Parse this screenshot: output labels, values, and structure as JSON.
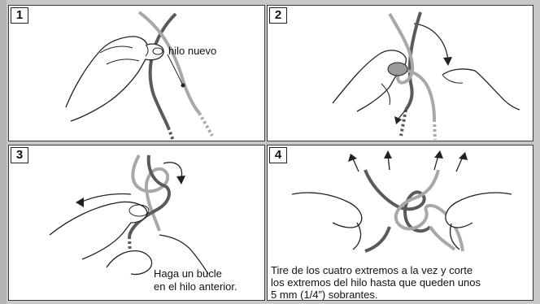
{
  "steps": [
    {
      "number": "1",
      "labels": [
        "hilo nuevo"
      ]
    },
    {
      "number": "2",
      "labels": []
    },
    {
      "number": "3",
      "labels": [
        "Haga un bucle",
        "en el hilo anterior."
      ]
    },
    {
      "number": "4",
      "labels": [
        "Tire de los cuatro extremos a la vez y corte",
        "los extremos del hilo hasta que queden unos",
        "5 mm (1/4”) sobrantes."
      ]
    }
  ],
  "colors": {
    "old_thread": "#5a5a5a",
    "new_thread": "#a8a8a8",
    "outline": "#222222",
    "panel_bg": "#ffffff",
    "page_bg": "#c8c8c8"
  }
}
